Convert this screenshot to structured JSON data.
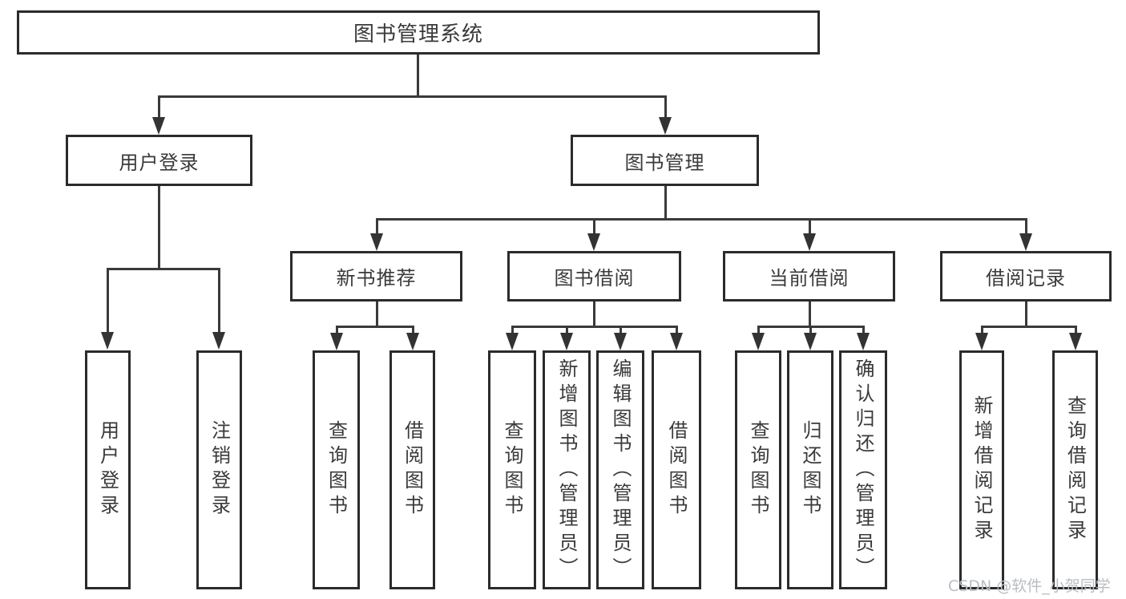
{
  "title": "图书管理系统",
  "watermark": "CSDN @软件_小贺同学",
  "level2": [
    {
      "label": "用户登录"
    },
    {
      "label": "图书管理"
    }
  ],
  "level3": [
    {
      "label": "新书推荐"
    },
    {
      "label": "图书借阅"
    },
    {
      "label": "当前借阅"
    },
    {
      "label": "借阅记录"
    }
  ],
  "leaves": {
    "user_login": [
      "用户登录",
      "注销登录"
    ],
    "new_book": [
      "查询图书",
      "借阅图书"
    ],
    "book_borrow": [
      "查询图书",
      "新增图书（管理员）",
      "编辑图书（管理员）",
      "借阅图书"
    ],
    "current_borrow": [
      "查询图书",
      "归还图书",
      "确认归还（管理员）"
    ],
    "borrow_records": [
      "新增借阅记录",
      "查询借阅记录"
    ]
  }
}
